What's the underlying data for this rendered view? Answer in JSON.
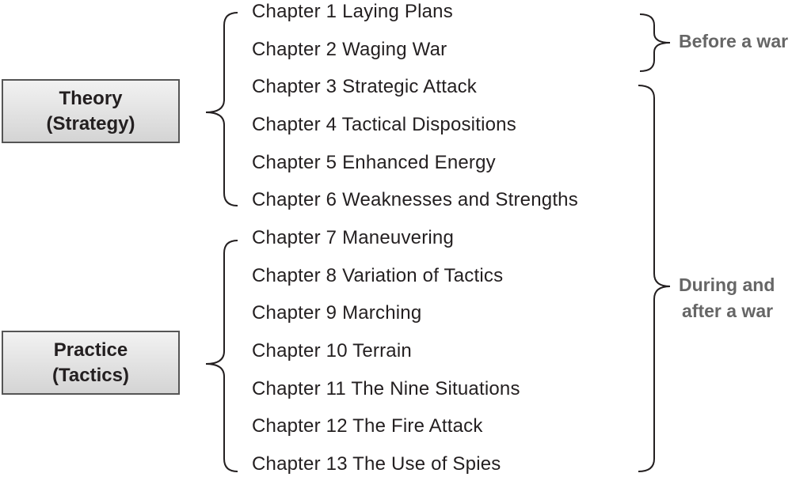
{
  "groups": {
    "theory": {
      "line1": "Theory",
      "line2": "(Strategy)"
    },
    "practice": {
      "line1": "Practice",
      "line2": "(Tactics)"
    }
  },
  "chapters": [
    "Chapter 1 Laying Plans",
    "Chapter 2 Waging War",
    "Chapter 3 Strategic Attack",
    "Chapter 4 Tactical Dispositions",
    "Chapter 5 Enhanced Energy",
    "Chapter 6 Weaknesses and Strengths",
    "Chapter 7 Maneuvering",
    "Chapter 8 Variation of Tactics",
    "Chapter 9 Marching",
    "Chapter 10 Terrain",
    "Chapter 11 The Nine Situations",
    "Chapter 12 The Fire Attack",
    "Chapter 13 The Use of Spies"
  ],
  "phases": {
    "before": "Before a war",
    "during_line1": "During and",
    "during_line2": "after a war"
  }
}
